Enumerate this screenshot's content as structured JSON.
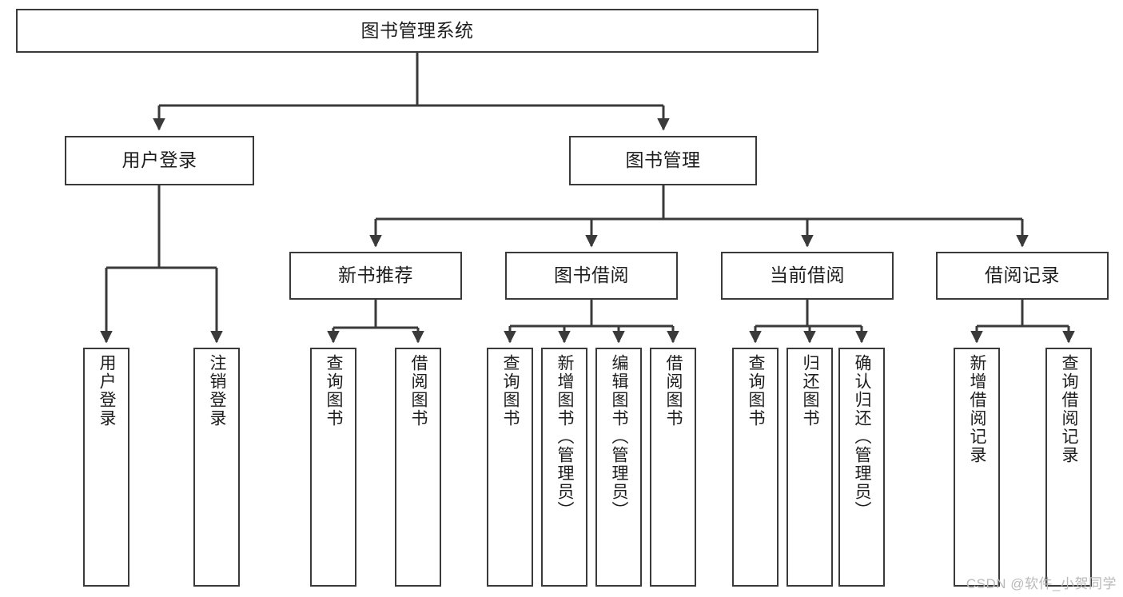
{
  "diagram": {
    "title": "图书管理系统",
    "type": "tree-hierarchy",
    "watermark": "CSDN @软件_小贺同学",
    "root": {
      "label": "图书管理系统"
    },
    "level2": [
      {
        "label": "用户登录"
      },
      {
        "label": "图书管理"
      }
    ],
    "level3": [
      {
        "label": "新书推荐"
      },
      {
        "label": "图书借阅"
      },
      {
        "label": "当前借阅"
      },
      {
        "label": "借阅记录"
      }
    ],
    "leaves": {
      "user_login": [
        {
          "label": "用户登录"
        },
        {
          "label": "注销登录"
        }
      ],
      "new_book_recommend": [
        {
          "label": "查询图书"
        },
        {
          "label": "借阅图书"
        }
      ],
      "book_borrow": [
        {
          "label": "查询图书"
        },
        {
          "label": "新增图书（管理员）"
        },
        {
          "label": "编辑图书（管理员）"
        },
        {
          "label": "借阅图书"
        }
      ],
      "current_borrow": [
        {
          "label": "查询图书"
        },
        {
          "label": "归还图书"
        },
        {
          "label": "确认归还（管理员）"
        }
      ],
      "borrow_record": [
        {
          "label": "新增借阅记录"
        },
        {
          "label": "查询借阅记录"
        }
      ]
    }
  },
  "colors": {
    "stroke": "#3a3a3a",
    "fill": "#ffffff",
    "text": "#1d1d1d",
    "watermark": "#b9b9b9"
  }
}
